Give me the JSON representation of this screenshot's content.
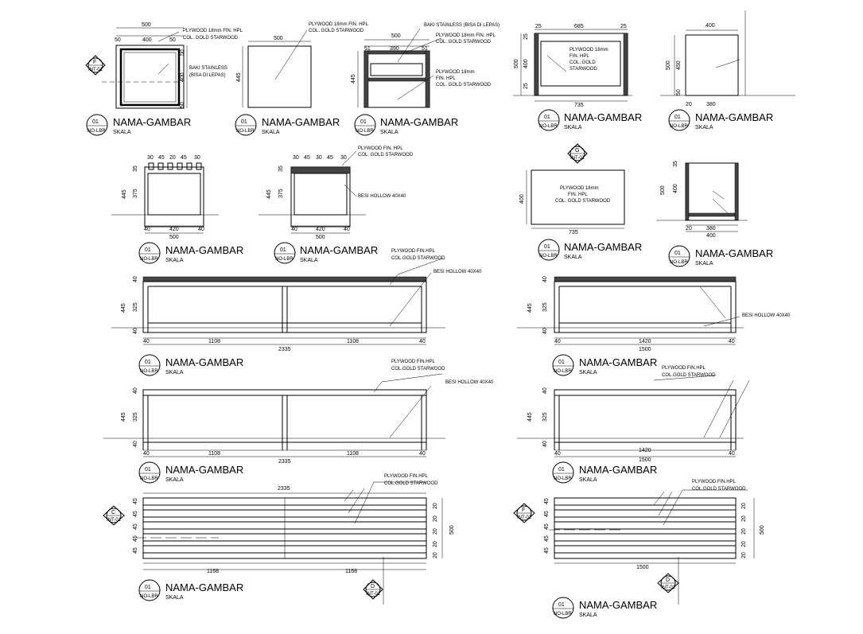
{
  "title_block": {
    "circle_number": "01",
    "sheet_ref": "NO-LBR",
    "title": "NAMA-GAMBAR",
    "scale_label": "SKALA"
  },
  "notes": {
    "plywood_fin_hpl_gold": "PLYWOOD 18mm FIN. HPL",
    "col_gold_starwood": "COL. GOLD STARWOOD",
    "baki_stainless_short": "BAKI STAINLESS",
    "bisa_di_lepas": "(BISA DI LEPAS)",
    "baki_stainless_long": "BAKI STAINLESS (BISA DI LEPAS)",
    "plywood_18mm": "PLYWOOD 18mm",
    "fin_hpl": "FIN. HPL",
    "col_gold": "COL. GOLD",
    "starwood": "STARWOOD",
    "col_gold_starwood_joined": "COL. GOLD STARWOOD",
    "plywood_fin_hpl": "PLYWOOD FIN. HPL",
    "col_gold_starwood2": "COL. GOLD STARWOOD",
    "besi_hollow": "BESI HOLLOW 40X40",
    "plywood_fin_hpl_b": "PLYWOOD FIN.HPL",
    "col_gold_starwood_b": "COL.GOLD STARWOOD"
  },
  "section_markers": {
    "f_top": {
      "letter": "F",
      "ref": "INT-01"
    },
    "g": {
      "letter": "G",
      "ref": "INT-01"
    },
    "c": {
      "letter": "C",
      "ref": "INT-01"
    },
    "d_left": {
      "letter": "D",
      "ref": "INT-01"
    },
    "f_right": {
      "letter": "F",
      "ref": "INT-01"
    },
    "d_right": {
      "letter": "D",
      "ref": "INT-01"
    }
  },
  "dims": {
    "d500": "500",
    "d400": "400",
    "d50": "50",
    "d445": "445",
    "d390": "390",
    "d51": "51",
    "d685": "685",
    "d25": "25",
    "d735": "735",
    "d450": "450",
    "d380": "380",
    "d20": "20",
    "d30": "30",
    "d45": "45",
    "d420": "420",
    "d40": "40",
    "d375": "375",
    "d35": "35",
    "d325": "325",
    "d1108": "1108",
    "d2335": "2335",
    "d1420": "1420",
    "d1500": "1500",
    "d1168": "1168",
    "d25b": "25"
  }
}
